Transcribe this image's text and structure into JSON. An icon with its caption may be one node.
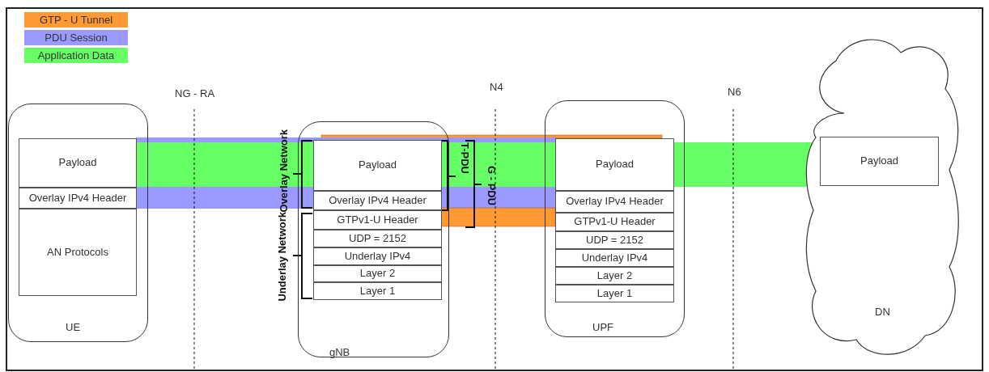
{
  "diagram": {
    "nodes": [
      {
        "text": [
          "UE"
        ]
      },
      {
        "text": [
          "Payload"
        ],
        "in": 0
      },
      {
        "text": [
          "Overlay IPv4 Header"
        ],
        "in": 0
      },
      {
        "text": [
          "AN Protocols"
        ],
        "in": 0
      },
      {
        "text": [
          "gNB"
        ]
      },
      {
        "text": [
          "Payload"
        ],
        "in": 4
      },
      {
        "text": [
          "Overlay IPv4 Header"
        ],
        "in": 4
      },
      {
        "text": [
          "GTPv1-U Header"
        ],
        "in": 4
      },
      {
        "text": [
          "UDP = 2152"
        ],
        "in": 4
      },
      {
        "text": [
          "Underlay IPv4"
        ],
        "in": 4
      },
      {
        "text": [
          "Layer 2"
        ],
        "in": 4
      },
      {
        "text": [
          "Layer 1"
        ],
        "in": 4
      },
      {
        "text": [
          "UPF"
        ]
      },
      {
        "text": [
          "Payload"
        ],
        "in": 12
      },
      {
        "text": [
          "Overlay IPv4 Header"
        ],
        "in": 12
      },
      {
        "text": [
          "GTPv1-U Header"
        ],
        "in": 12
      },
      {
        "text": [
          "UDP = 2152"
        ],
        "in": 12
      },
      {
        "text": [
          "Underlay IPv4"
        ],
        "in": 12
      },
      {
        "text": [
          "Layer 2"
        ],
        "in": 12
      },
      {
        "text": [
          "Layer 1"
        ],
        "in": 12
      },
      {
        "text": [
          "DN"
        ]
      },
      {
        "text": [
          "Payload"
        ],
        "in": 20
      }
    ],
    "labels": [
      "NG - RA",
      "N4",
      "N6",
      "Overlay Network",
      "Underlay Network",
      "T-PDU",
      "G - PDU"
    ],
    "legend": [
      {
        "text": "GTP - U Tunnel",
        "color": "#ff9933"
      },
      {
        "text": "PDU Session",
        "color": "#9999ff"
      },
      {
        "text": "Application Data",
        "color": "#66ff66"
      }
    ]
  }
}
